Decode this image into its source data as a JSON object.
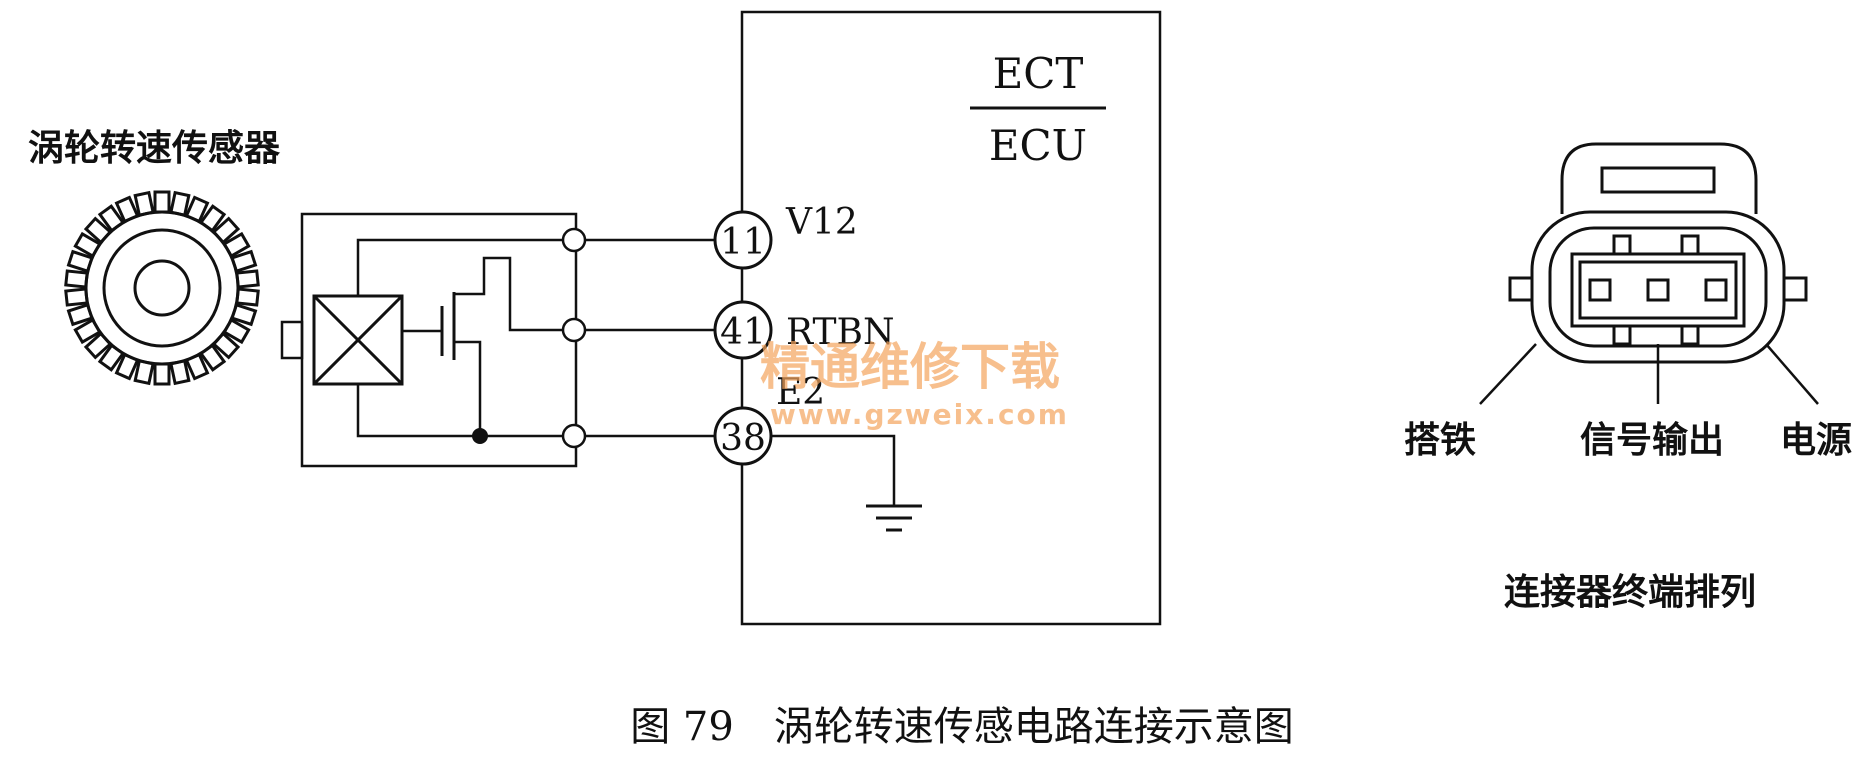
{
  "sensor": {
    "title": "涡轮转速传感器"
  },
  "ecu": {
    "label_top": "ECT",
    "label_bottom": "ECU"
  },
  "pins": [
    {
      "number": "11",
      "name": "V12"
    },
    {
      "number": "41",
      "name": "RTBN"
    },
    {
      "number": "38",
      "name": "E2"
    }
  ],
  "connector": {
    "labels": {
      "ground": "搭铁",
      "signal": "信号输出",
      "power": "电源"
    },
    "caption": "连接器终端排列"
  },
  "watermark": {
    "cn": "精通维修下载",
    "url": "www.gzweix.com",
    "color": "#f4a45c"
  },
  "figure": {
    "caption": "图 79　涡轮转速传感电路连接示意图"
  }
}
